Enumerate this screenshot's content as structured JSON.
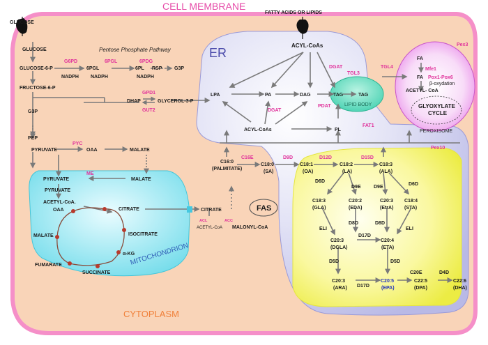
{
  "compartments": {
    "cell_membrane": "CELL MEMBRANE",
    "cytoplasm": "CYTOPLASM",
    "er": "ER",
    "mitochondrion": "MITOCHONDRION",
    "lipid_body": "LIPID BODY",
    "peroxisome": "PEROXISOME"
  },
  "colors": {
    "membrane": "#f58fc8",
    "cytoplasm": "#f9d2b5",
    "er": "#c9c9ec",
    "mitochondrion": "#7fe0ec",
    "lipid_body": "#4fd4b4",
    "peroxisome": "#ef9af0",
    "desaturase_zone": "#f4f36a",
    "enzyme": "#e0309a",
    "epa": "#2233bb"
  },
  "inputs": {
    "glucose": "GLUCOSE",
    "fatty_acids": "FATTY ACIDS OR LIPIDS"
  },
  "glycolysis": {
    "glucose": "GLUCOSE",
    "glucose6p": "GLUCOSE-6-P",
    "fructose6p": "FRUCTOSE-6-P",
    "g3p": "G3P",
    "pep": "PEP",
    "pyruvate": "PYRUVATE",
    "oaa": "OAA",
    "malate": "MALATE",
    "pyc": "PYC",
    "me": "ME",
    "pyruvate2": "PYRUVATE",
    "malate2": "MALATE",
    "dhap": "DHAP",
    "glycerol3p": "GLYCEROL-3-P",
    "gpd1": "GPD1",
    "gut2": "GUT2"
  },
  "ppp": {
    "title": "Pentose Phosphate Pathway",
    "g6pd": "G6PD",
    "sixpgl_enz": "6PGL",
    "sixpdg_enz": "6PDG",
    "sixpgl": "6PGL",
    "sixpl": "6PL",
    "rsp": "RSP",
    "g3p": "G3P",
    "nadph1": "NADPH",
    "nadph2": "NADPH",
    "nadph3": "NADPH"
  },
  "mito": {
    "pyruvate": "PYRUVATE",
    "acetylcoa": "ACETYL-CoA.",
    "citrate": "CITRATE",
    "oaa": "OAA",
    "malate": "MALATE",
    "isocitrate": "ISOCITRATE",
    "fumarate": "FUMARATE",
    "akg": "α-KG",
    "succinate": "SUCCINATE"
  },
  "cyto_lipid": {
    "citrate": "CITRATE",
    "acl": "ACL",
    "acc": "ACC",
    "acetylcoa": "ACETYL-CoA",
    "malonylcoa": "MALONYL-CoA",
    "fas": "FAS"
  },
  "er": {
    "acylcoas_top": "ACYL-CoAs",
    "dgat_top": "DGAT",
    "lpa": "LPA",
    "pa": "PA",
    "dag": "DAG",
    "tag": "TAG",
    "dgat_mid": "DGAT",
    "pdat": "PDAT",
    "acylcoas_mid": "ACYL-CoAs",
    "pl": "PL",
    "tgl3": "TGL3",
    "tgl4": "TGL4",
    "fat1": "FAT1",
    "tag_lb": "TAG",
    "pex10": "Pex10"
  },
  "perox": {
    "fa1": "FA",
    "fa2": "FA",
    "mfe1": "Mfe1",
    "pex3": "Pex3",
    "pox": "Pox1-Pox6",
    "boxidation": "β-oxydation",
    "acetylcoa": "ACETYL- CoA",
    "glyox1": "GLYOXYLATE",
    "glyox2": "CYCLE"
  },
  "fa_chain": {
    "c16_0": "C16:0",
    "palmitate": "(PALMITATE)",
    "c16e": "C16E",
    "c18_0": "C18:0",
    "sa": "(SA)",
    "d9d": "D9D",
    "c18_1": "C18:1",
    "oa": "(OA)",
    "d12d": "D12D",
    "c18_2": "C18:2",
    "la": "(LA)",
    "d15d": "D15D",
    "c18_3_ala": "C18:3",
    "ala": "(ALA)"
  },
  "desat": {
    "d6d_l": "D6D",
    "d9e_l": "D9E",
    "d9e_r": "D9E",
    "d6d_r": "D6D",
    "c18_3_gla": "C18:3",
    "gla": "(GLA)",
    "c20_2": "C20:2",
    "eda": "(EDA)",
    "c20_3_etra": "C20:3",
    "etra": "(EtrA)",
    "c18_4": "C18:4",
    "sta": "(STA)",
    "eli_l": "ELI",
    "d8d_l": "D8D",
    "d8d_r": "D8D",
    "eli_r": "ELI",
    "c20_3_dgla": "C20:3",
    "dgla": "(DGLA)",
    "d17d_1": "D17D",
    "c20_4": "C20:4",
    "eta": "(ETA)",
    "d5d_l": "D5D",
    "d5d_r": "D5D",
    "c20_3_ara": "C20:3",
    "ara": "(ARA)",
    "d17d_2": "D17D",
    "c20_5": "C20:5",
    "epa": "(EPA)",
    "c20e": "C20E",
    "d4d": "D4D",
    "c22_5": "C22:5",
    "dpa": "(DPA)",
    "c22_6": "C22:6",
    "dha": "(DHA)"
  }
}
